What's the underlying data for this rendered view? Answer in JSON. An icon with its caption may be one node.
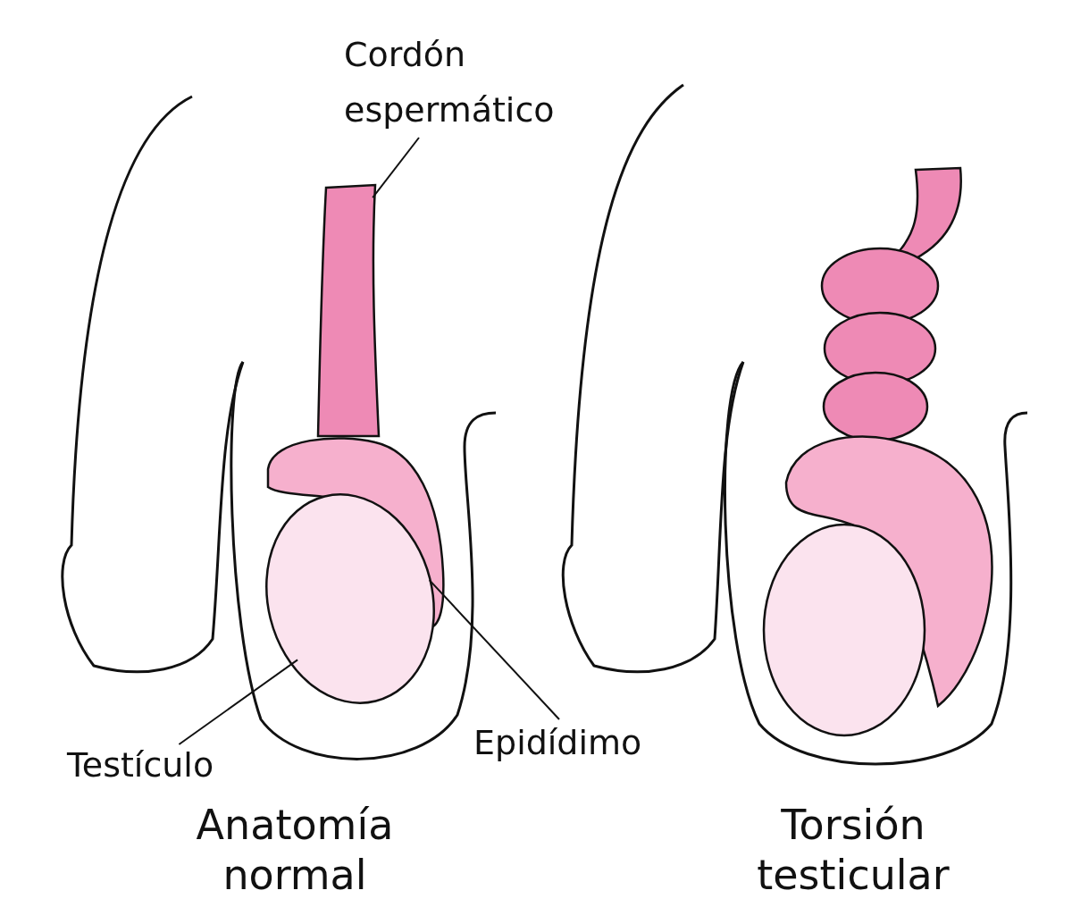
{
  "diagram": {
    "nodes": [
      {
        "text": [
          "Cordón espermático"
        ]
      },
      {
        "text": [
          "Epidídimo"
        ]
      },
      {
        "text": [
          "Testículo"
        ]
      },
      {
        "text": [],
        "shape": "tube"
      },
      {
        "text": [],
        "shape": "crescent"
      },
      {
        "text": [],
        "shape": "oval"
      }
    ],
    "edges": [
      {
        "from": 0,
        "to": 3,
        "arrow": "none"
      },
      {
        "from": 1,
        "to": 4,
        "arrow": "none"
      },
      {
        "from": 2,
        "to": 5,
        "arrow": "none"
      }
    ],
    "labels": [
      "Anatomía normal",
      "Torsión testicular"
    ]
  }
}
